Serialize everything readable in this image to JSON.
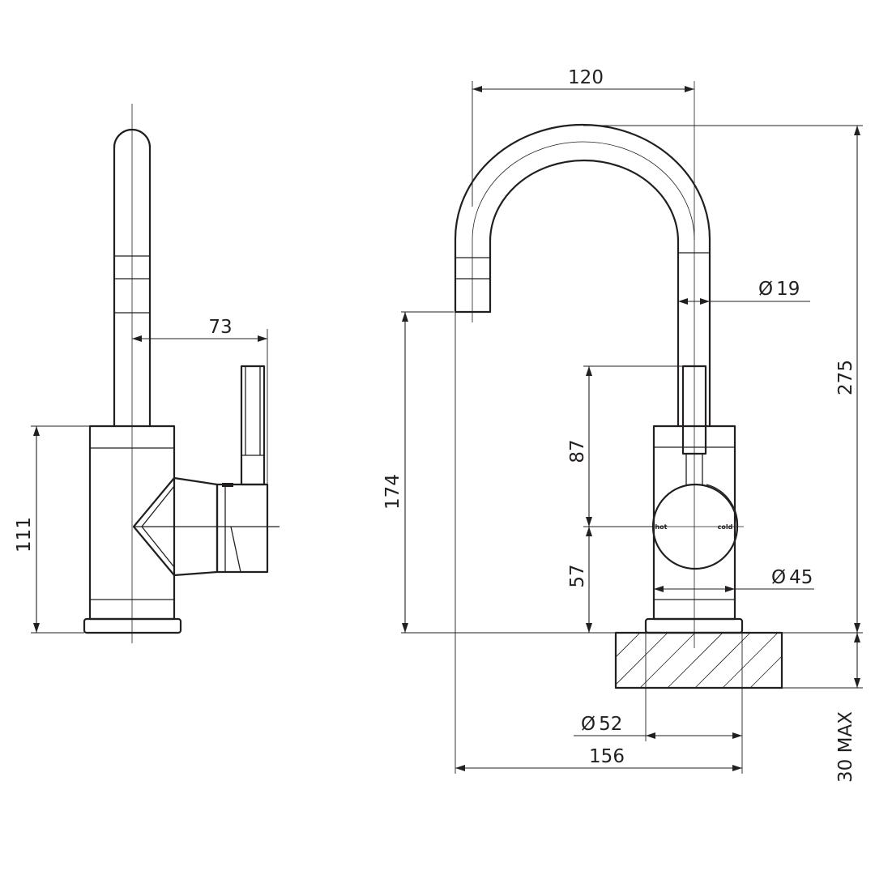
{
  "dimensions": {
    "side_lever_reach": "73",
    "side_body_height": "111",
    "spout_reach": "120",
    "pipe_diameter": "19",
    "total_height": "275",
    "spout_outlet_height": "174",
    "lever_height_above_handle_center": "87",
    "handle_center_height": "57",
    "handle_diameter": "45",
    "base_diameter": "52",
    "overall_width": "156",
    "bench_thickness": "30 MAX",
    "diameter_symbol": "Ø"
  },
  "handle_labels": {
    "hot": "hot",
    "cold": "cold"
  }
}
